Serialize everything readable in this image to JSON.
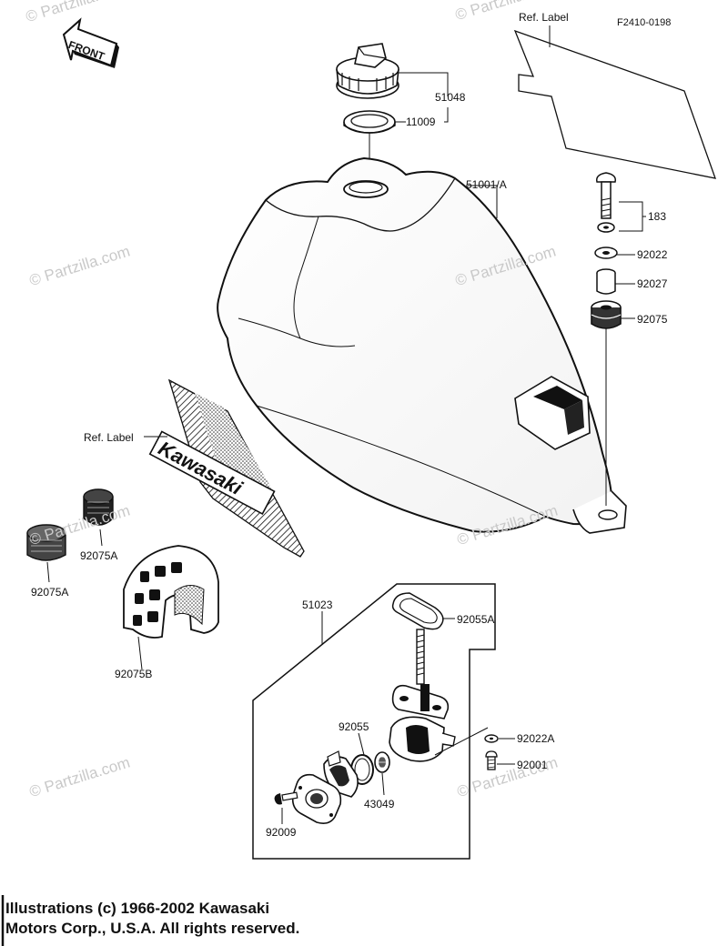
{
  "figure_code": "F2410-0198",
  "watermark": "© Partzilla.com",
  "front_arrow_label": "FRONT",
  "decal_brand": "Kawasaki",
  "labels": {
    "ref_label_top": "Ref. Label",
    "ref_label_left": "Ref. Label",
    "cap": "51048",
    "cap_gasket": "11009",
    "tank": "51001/A",
    "bolt": "183",
    "washer": "92022",
    "collar": "92027",
    "damper_rear": "92075",
    "damper_a_upper": "92075A",
    "damper_a_lower": "92075A",
    "damper_b": "92075B",
    "fuel_tap_assy": "51023",
    "tap_gasket": "92055A",
    "tap_o_ring": "92055",
    "tap_washer": "92022A",
    "tap_screw": "92001",
    "filter": "43049",
    "lever_screw": "92009"
  },
  "footer": {
    "line1": "Illustrations (c) 1966-2002 Kawasaki",
    "line2": "Motors Corp., U.S.A.  All rights reserved."
  }
}
